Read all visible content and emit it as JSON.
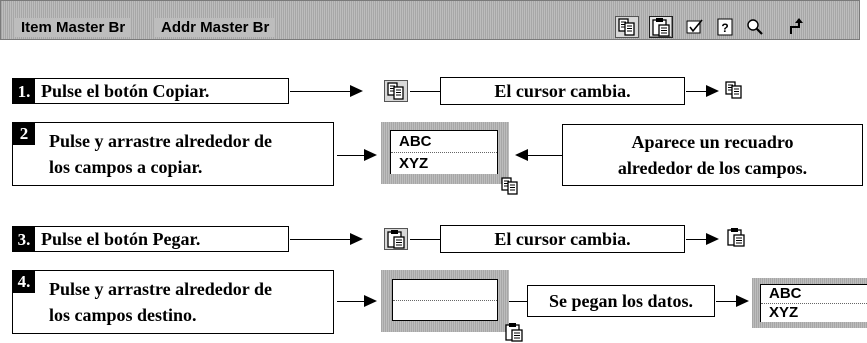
{
  "toolbar": {
    "tab1": "Item Master Br",
    "tab2": "Addr Master Br",
    "buttons": [
      "copy-icon",
      "paste-icon",
      "checkmark-icon",
      "help-icon",
      "zoom-icon",
      "exit-icon"
    ]
  },
  "steps": {
    "s1": {
      "num": "1.",
      "text": "Pulse el botón Copiar.",
      "result": "El cursor cambia."
    },
    "s2": {
      "num": "2",
      "line1": "Pulse y arrastre alrededor de",
      "line2": "los campos a copiar.",
      "field1": "ABC",
      "field2": "XYZ",
      "note1": "Aparece un recuadro",
      "note2": "alrededor de los campos."
    },
    "s3": {
      "num": "3.",
      "text": "Pulse el botón Pegar.",
      "result": "El cursor cambia."
    },
    "s4": {
      "num": "4.",
      "line1": "Pulse y arrastre alrededor de",
      "line2": "los campos destino.",
      "result": "Se pegan los datos.",
      "field1": "ABC",
      "field2": "XYZ"
    }
  }
}
